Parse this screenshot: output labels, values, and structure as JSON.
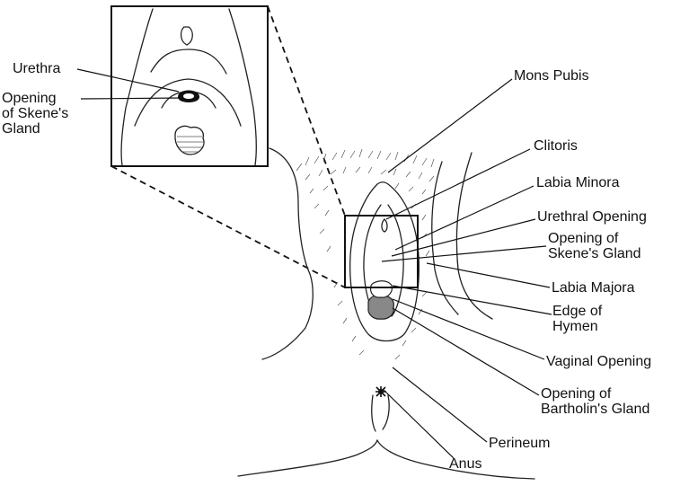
{
  "figure": {
    "labels": {
      "mons_pubis": "Mons Pubis",
      "clitoris": "Clitoris",
      "labia_minora": "Labia Minora",
      "urethral_opening": "Urethral Opening",
      "opening_skenes_gland": "Opening of\nSkene's Gland",
      "labia_majora": "Labia Majora",
      "edge_of_hymen": "Edge of\nHymen",
      "vaginal_opening": "Vaginal Opening",
      "opening_bartholins_gland": "Opening of\nBartholin's Gland",
      "perineum": "Perineum",
      "anus": "Anus"
    },
    "inset_labels": {
      "urethra": "Urethra",
      "opening_skenes_gland": "Opening\nof Skene's\nGland"
    }
  }
}
